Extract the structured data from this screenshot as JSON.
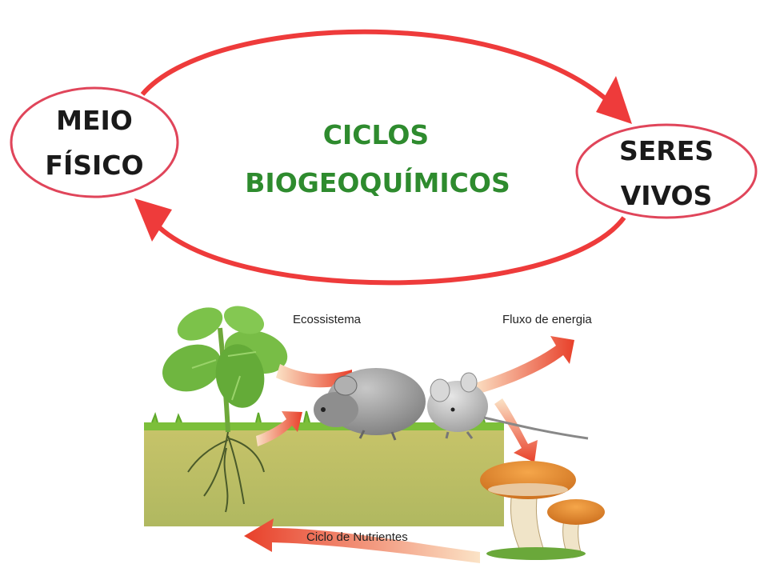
{
  "cycle": {
    "title_line1": "CICLOS",
    "title_line2": "BIOGEOQUÍMICOS",
    "left_node": {
      "line1": "MEIO",
      "line2": "FÍSICO"
    },
    "right_node": {
      "line1": "SERES",
      "line2": "VIVOS"
    }
  },
  "ecosystem": {
    "label_ecosystem": "Ecossistema",
    "label_energy": "Fluxo de energia",
    "label_nutrients": "Ciclo de Nutrientes"
  },
  "colors": {
    "arrow_red": "#ee3b3b",
    "ellipse_stroke": "#e0455a",
    "title_green": "#2e8b2e",
    "ground": "#b8c060",
    "grass": "#7cbf3a",
    "leaf": "#6fb640",
    "mouse": "#9a9a9a",
    "mushroom": "#e0882a"
  }
}
